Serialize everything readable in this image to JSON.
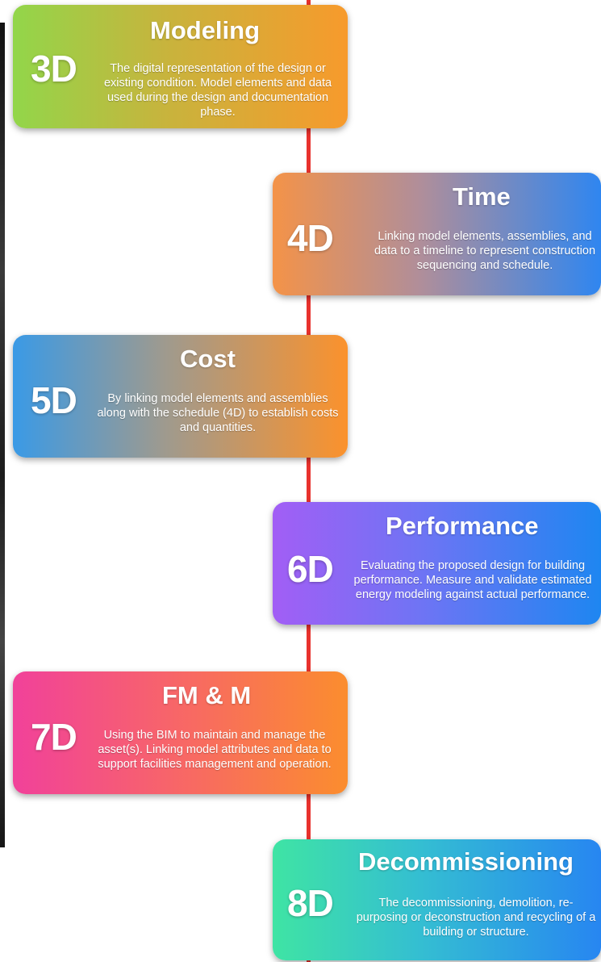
{
  "cards": [
    {
      "dimension": "3D",
      "title": "Modeling",
      "description": "The digital representation of the design or existing condition. Model elements and data used during the design and documentation phase."
    },
    {
      "dimension": "4D",
      "title": "Time",
      "description": "Linking model elements, assemblies, and data to a timeline to represent construction sequencing and schedule."
    },
    {
      "dimension": "5D",
      "title": "Cost",
      "description": "By linking model elements and assemblies along with the schedule (4D) to establish costs and quantities."
    },
    {
      "dimension": "6D",
      "title": "Performance",
      "description": "Evaluating the proposed design for building performance. Measure and validate estimated energy modeling against actual performance."
    },
    {
      "dimension": "7D",
      "title": "FM & M",
      "description": "Using the BIM to maintain and manage the asset(s). Linking model attributes and data to support facilities management and operation."
    },
    {
      "dimension": "8D",
      "title": "Decommissioning",
      "description": "The decommissioning, demolition, re-purposing or deconstruction and recycling of a building or structure."
    }
  ],
  "colors": {
    "timeline_line": "#e8322d",
    "card_3d": [
      "#92d64a",
      "#f79a2c"
    ],
    "card_4d": [
      "#f49348",
      "#2f86f0"
    ],
    "card_5d": [
      "#3a9ae6",
      "#fb922c"
    ],
    "card_6d": [
      "#a25ef5",
      "#1e86f1"
    ],
    "card_7d": [
      "#f1419a",
      "#fb8d2e"
    ],
    "card_8d": [
      "#3fe4a4",
      "#2786f1"
    ]
  }
}
